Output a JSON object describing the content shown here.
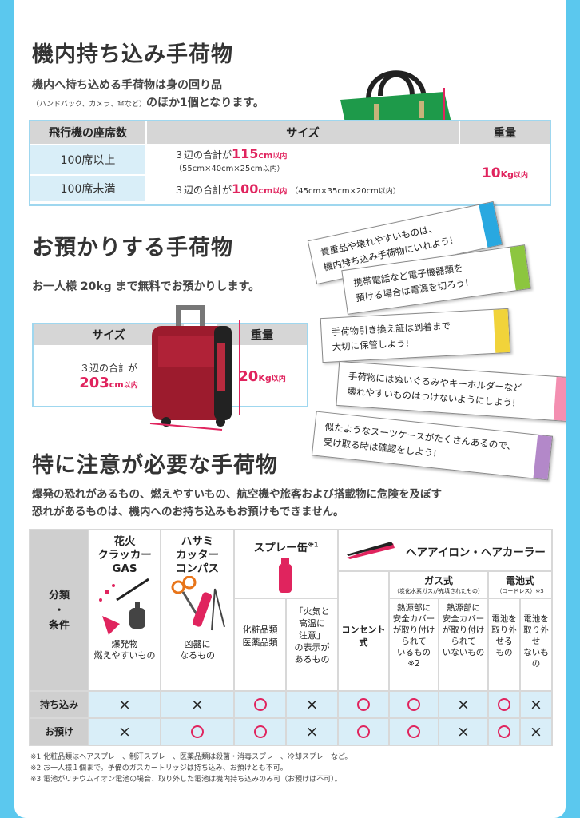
{
  "section1": {
    "title": "機内持ち込み手荷物",
    "para_line1": "機内へ持ち込める手荷物は身の回り品",
    "para_small": "（ハンドバック、カメラ、傘など）",
    "para_line2": "のほか1個となります。",
    "table": {
      "col_seats": "飛行機の座席数",
      "col_size": "サイズ",
      "col_weight": "重量",
      "row1_seats": "100席以上",
      "row1_prefix": "３辺の合計が",
      "row1_value": "115",
      "row1_unit": "cm",
      "row1_suffix": "以内",
      "row1_dims": "（55cm×40cm×25cm",
      "row1_dims_suffix": "以内）",
      "row2_seats": "100席未満",
      "row2_prefix": "３辺の合計が",
      "row2_value": "100",
      "row2_unit": "cm",
      "row2_suffix": "以内",
      "row2_dims": "（45cm×35cm×20cm",
      "row2_dims_suffix": "以内）",
      "weight_value": "10",
      "weight_unit": "Kg",
      "weight_suffix": "以内"
    }
  },
  "section2": {
    "title": "お預かりする手荷物",
    "para": "お一人様 20kg まで無料でお預かりします。",
    "table": {
      "col_size": "サイズ",
      "col_weight": "重量",
      "size_prefix": "３辺の合計が",
      "size_value": "203",
      "size_unit": "cm",
      "size_suffix": "以内",
      "weight_value": "20",
      "weight_unit": "Kg",
      "weight_suffix": "以内"
    },
    "notes": [
      {
        "line1": "貴重品や壊れやすいものは、",
        "line2": "機内持ち込み手荷物にいれよう!",
        "color": "#29a8e0"
      },
      {
        "line1": "携帯電話など電子機器類を",
        "line2": "預ける場合は電源を切ろう!",
        "color": "#8cc63f"
      },
      {
        "line1": "手荷物引き換え証は到着まで",
        "line2": "大切に保管しよう!",
        "color": "#f1d33a"
      },
      {
        "line1": "手荷物にはぬいぐるみやキーホルダーなど",
        "line2": "壊れやすいものはつけないようにしよう!",
        "color": "#f48fb1"
      },
      {
        "line1": "似たようなスーツケースがたくさんあるので、",
        "line2": "受け取る時は確認をしよう!",
        "color": "#b388c9"
      }
    ]
  },
  "section3": {
    "title": "特に注意が必要な手荷物",
    "para_line1": "爆発の恐れがあるもの、燃えやすいもの、航空機や旅客および搭載物に危険を及ぼす",
    "para_line2": "恐れがあるものは、機内へのお持ち込みもお預けもできません。",
    "grid": {
      "class_label": "分類\n・\n条件",
      "cat1_title": "花火\nクラッカー\nGAS",
      "cat1_caption": "爆発物\n燃えやすいもの",
      "cat2_title": "ハサミ\nカッター\nコンパス",
      "cat2_caption": "凶器に\nなるもの",
      "cat3_title": "スプレー缶",
      "cat3_note": "※1",
      "cat3_sub1": "化粧品類\n医薬品類",
      "cat3_sub2": "「火気と\n高温に\n注意」\nの表示が\nあるもの",
      "cat4_title": "ヘアアイロン・ヘアカーラー",
      "cat4_sub1": "コンセント\n式",
      "gas_title": "ガス式",
      "gas_note": "（炭化水素ガスが充填されたもの）",
      "gas_sub1": "熱源部に\n安全カバー\nが取り付け\nられて\nいるもの\n※2",
      "gas_sub2": "熱源部に\n安全カバー\nが取り付け\nられて\nいないもの",
      "battery_title": "電池式",
      "battery_note": "（コードレス）※3",
      "battery_sub1": "電池を\n取り外せる\nもの",
      "battery_sub2": "電池を\n取り外せ\nないもの",
      "row_carry": "持ち込み",
      "row_check": "お預け",
      "carry": [
        "×",
        "×",
        "○",
        "×",
        "○",
        "○",
        "×",
        "○",
        "×"
      ],
      "check": [
        "×",
        "○",
        "○",
        "×",
        "○",
        "○",
        "×",
        "○",
        "×"
      ]
    },
    "footnotes": [
      "※1 化粧品類はヘアスプレー、制汗スプレー、医薬品類は殺菌・消毒スプレー、冷却スプレーなど。",
      "※2 お一人様１個まで。予備のガスカートリッジは持ち込み、お預けとも不可。",
      "※3 電池がリチウムイオン電池の場合、取り外した電池は機内持ち込みのみ可（お預けは不可）。"
    ]
  },
  "colors": {
    "accent_pink": "#e0245e",
    "highlight_yellow": "#fbe67a",
    "frame_blue": "#5bc8ee",
    "table_blue": "#d9eef8"
  }
}
